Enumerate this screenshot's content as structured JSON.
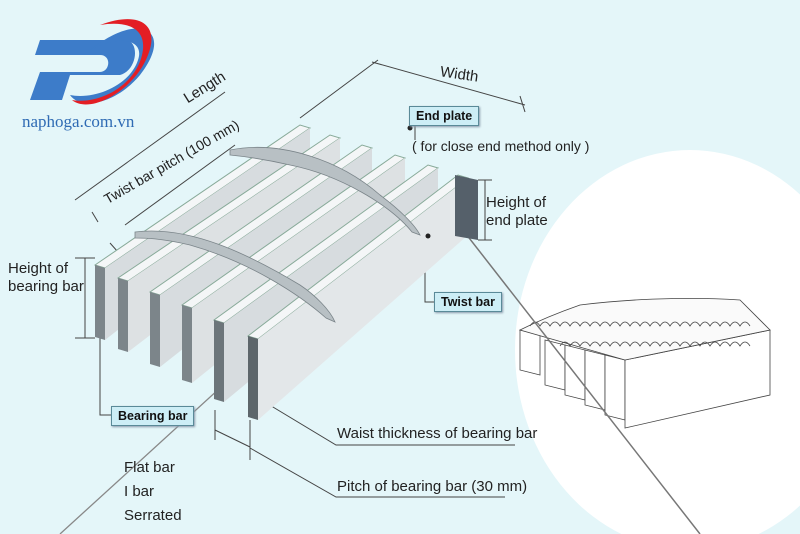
{
  "logo": {
    "letters": "PD",
    "site": "naphoga.com.vn",
    "colors": {
      "blue": "#3d7cc9",
      "red": "#e31e24"
    }
  },
  "labels": {
    "width": "Width",
    "length": "Length",
    "twist_bar_pitch": "Twist bar pitch (100 mm)",
    "end_plate": "End plate",
    "end_plate_note": "( for close end method only )",
    "height_end_plate_1": "Height of",
    "height_end_plate_2": "end plate",
    "twist_bar": "Twist bar",
    "height_bearing_bar_1": "Height of",
    "height_bearing_bar_2": "bearing bar",
    "bearing_bar": "Bearing bar",
    "waist_thickness": "Waist thickness of bearing bar",
    "pitch_bearing_bar": "Pitch of bearing bar (30 mm)"
  },
  "bar_types": [
    "Flat bar",
    "I bar",
    "Serrated"
  ]
}
